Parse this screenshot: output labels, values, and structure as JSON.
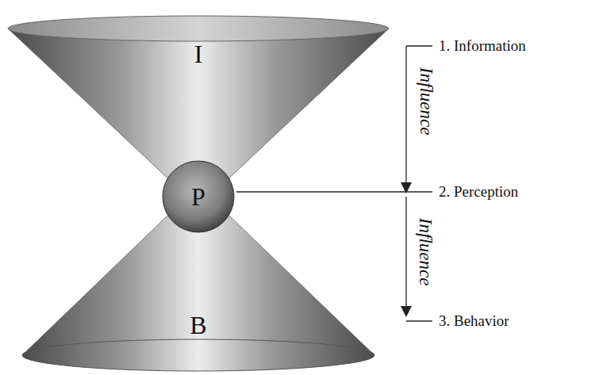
{
  "diagram": {
    "nodes": [
      {
        "text": [
          "I"
        ]
      },
      {
        "text": [
          "P"
        ]
      },
      {
        "text": [
          "B"
        ]
      }
    ],
    "labels": [
      "1. Information",
      "Influence",
      "2. Perception",
      "Influence",
      "3. Behavior"
    ]
  }
}
